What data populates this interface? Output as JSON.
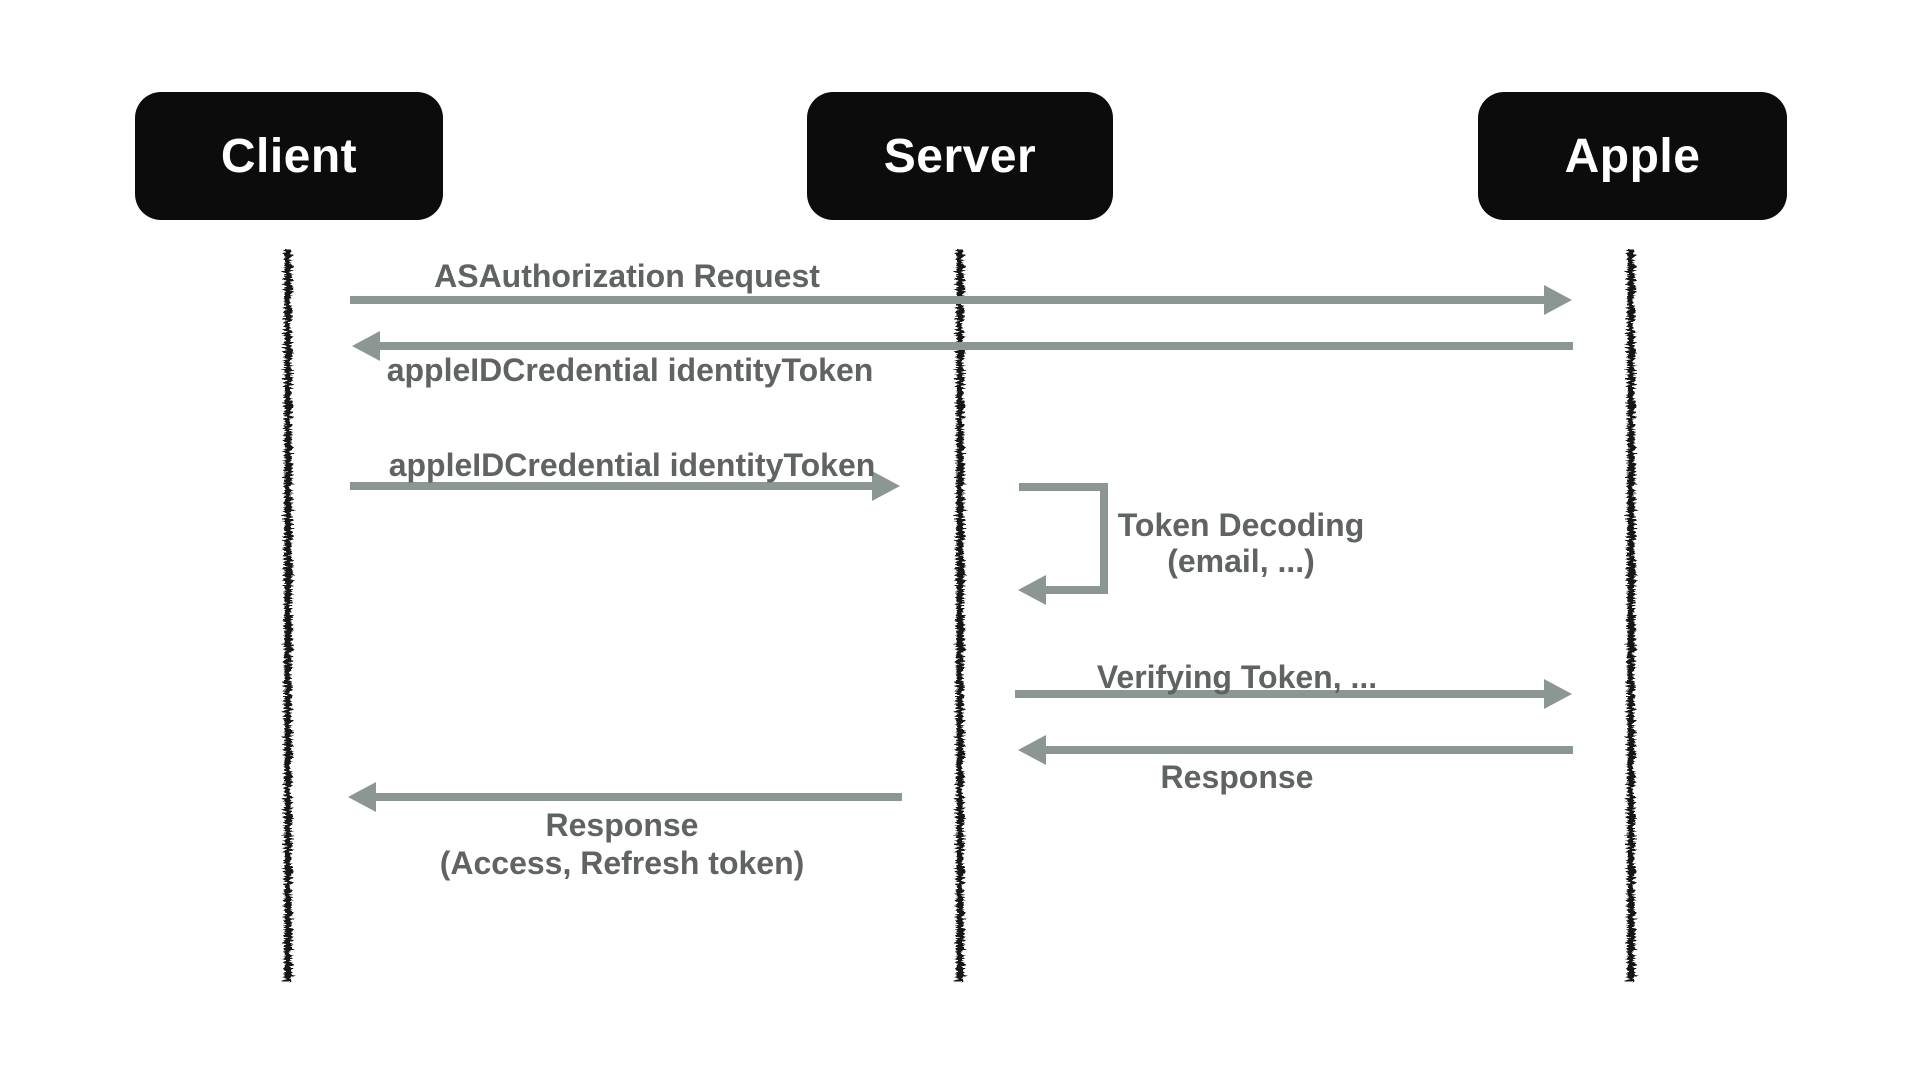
{
  "diagram": {
    "type": "sequence-diagram",
    "actors": [
      {
        "id": "client",
        "label": "Client"
      },
      {
        "id": "server",
        "label": "Server"
      },
      {
        "id": "apple",
        "label": "Apple"
      }
    ],
    "messages": [
      {
        "from": "Client",
        "to": "Apple",
        "direction": "right",
        "label": "ASAuthorization Request"
      },
      {
        "from": "Apple",
        "to": "Client",
        "direction": "left",
        "label": "appleIDCredential identityToken"
      },
      {
        "from": "Client",
        "to": "Server",
        "direction": "right",
        "label": "appleIDCredential identityToken"
      },
      {
        "from": "Server",
        "to": "Server",
        "direction": "self",
        "label": "Token Decoding",
        "sublabel": "(email, ...)"
      },
      {
        "from": "Server",
        "to": "Apple",
        "direction": "right",
        "label": "Verifying Token, ..."
      },
      {
        "from": "Apple",
        "to": "Server",
        "direction": "left",
        "label": "Response"
      },
      {
        "from": "Server",
        "to": "Client",
        "direction": "left",
        "label": "Response",
        "sublabel": "(Access, Refresh token)"
      }
    ],
    "colors": {
      "actor_bg": "#0c0c0c",
      "actor_text": "#ffffff",
      "arrow": "#8c9692",
      "label_text": "#5f6361",
      "lifeline": "#151515",
      "background": "#ffffff"
    }
  }
}
